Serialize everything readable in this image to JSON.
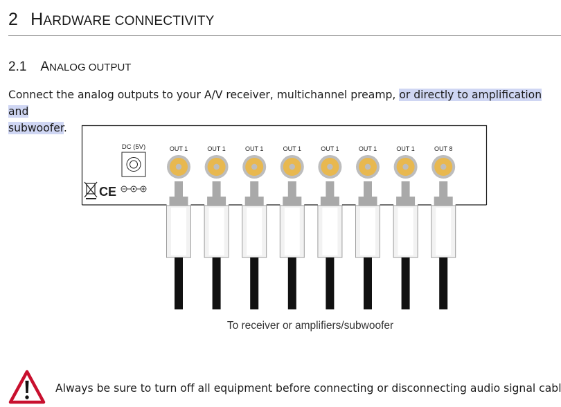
{
  "section": {
    "number": "2",
    "title_first": "H",
    "title_rest": "ARDWARE CONNECTIVITY"
  },
  "subsection": {
    "number": "2.1",
    "title_first": "A",
    "title_rest": "NALOG OUTPUT"
  },
  "paragraph": {
    "text_plain": "Connect the analog outputs to your A/V receiver, multichannel preamp, ",
    "text_highlighted_1": "or directly to amplification and",
    "text_highlighted_2": "subwoofer",
    "text_end": "."
  },
  "diagram": {
    "dc_label": "DC (5V)",
    "output_labels": [
      "OUT 1",
      "OUT 1",
      "OUT 1",
      "OUT 1",
      "OUT 1",
      "OUT 1",
      "OUT 1",
      "OUT 8"
    ],
    "ce_mark": "CE",
    "caption": "To receiver or amplifiers/subwoofer",
    "colors": {
      "jack_fill": "#e8b84f",
      "jack_ring": "#bdbdbd",
      "plug_body": "#f2f2f2",
      "plug_cap": "#a9a9a9",
      "cable": "#111111"
    }
  },
  "warning": {
    "icon": "warning-triangle-icon",
    "text": "Always be sure to turn off all equipment before connecting or disconnecting audio signal cables.",
    "icon_color": "#c8102e"
  }
}
